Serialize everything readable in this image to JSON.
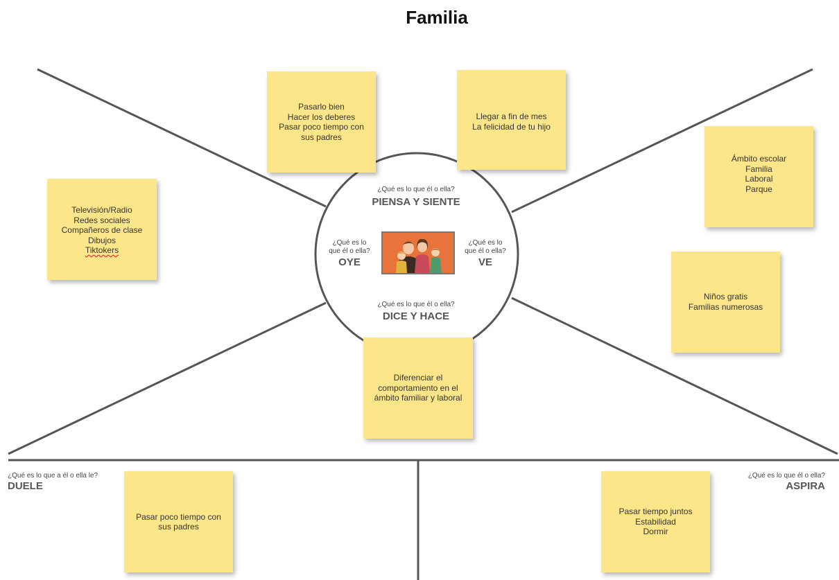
{
  "title": "Familia",
  "sections": {
    "piensa": {
      "question": "¿Qué es lo que él o ella?",
      "heading": "PIENSA Y SIENTE"
    },
    "oye": {
      "question_1": "¿Qué es lo",
      "question_2": "que él o ella?",
      "heading": "OYE"
    },
    "ve": {
      "question_1": "¿Qué es lo",
      "question_2": "que él o ella?",
      "heading": "VE"
    },
    "dice": {
      "question": "¿Qué es lo que él o ella?",
      "heading": "DICE Y HACE"
    },
    "duele": {
      "question": "¿Qué es lo que a él o ella le?",
      "heading": "DUELE"
    },
    "aspira": {
      "question": "¿Qué es lo que él o ella?",
      "heading": "ASPIRA"
    }
  },
  "notes": {
    "piensa_1": [
      "Pasarlo bien",
      "Hacer los deberes",
      "Pasar poco tiempo con",
      "sus padres"
    ],
    "piensa_2": [
      "Llegar a fin de mes",
      "La felicidad de tu hijo"
    ],
    "oye": [
      "Televisión/Radio",
      "Redes sociales",
      "Compañeros de clase",
      "Dibujos",
      "Tiktokers"
    ],
    "ve_1": [
      "Ámbito escolar",
      "Familia",
      "Laboral",
      "Parque"
    ],
    "ve_2": [
      "Niños gratis",
      "Familias numerosas"
    ],
    "dice": [
      "Diferenciar el",
      "comportamiento en el",
      "ámbito familiar y laboral"
    ],
    "duele": [
      "Pasar poco tiempo con",
      "sus padres"
    ],
    "aspira": [
      "Pasar tiempo juntos",
      "Estabilidad",
      "Dormir"
    ]
  },
  "colors": {
    "note": "#fde68a",
    "line": "#555555",
    "persona_bg": "#e8743b"
  },
  "persona_image": "family-illustration"
}
